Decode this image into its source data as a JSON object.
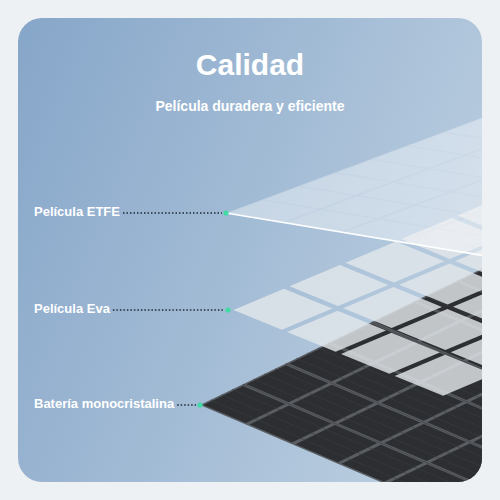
{
  "diagram": {
    "title": "Calidad",
    "labels": [
      "Película duradera y eficiente",
      "Película ETFE",
      "Película Eva",
      "Batería monocristalina"
    ]
  }
}
